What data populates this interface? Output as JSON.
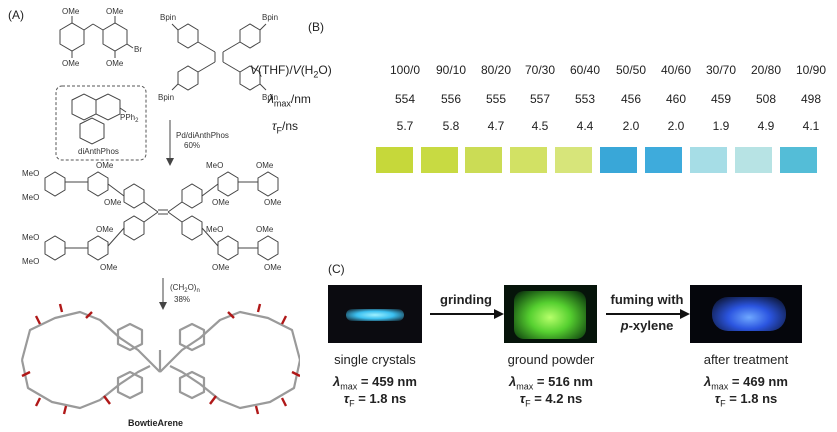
{
  "panels": {
    "a_label": "(A)",
    "b_label": "(B)",
    "c_label": "(C)"
  },
  "scheme": {
    "reactant1": {
      "ome_top_left": "OMe",
      "ome_top_right": "OMe",
      "ome_bottom_left": "OMe",
      "ome_bottom_right": "OMe",
      "br": "Br"
    },
    "reactant2": {
      "bpin_tl": "Bpin",
      "bpin_tr": "Bpin",
      "bpin_bl": "Bpin",
      "bpin_br": "Bpin"
    },
    "ligand": {
      "pph2": "PPh",
      "pph2_sub": "2",
      "name": "diAnthPhos"
    },
    "step1": {
      "reagent": "Pd/diAnthPhos",
      "yield": "60%"
    },
    "intermediate": {
      "labels": [
        "MeO",
        "OMe",
        "MeO",
        "OMe",
        "MeO",
        "OMe",
        "OMe",
        "OMe",
        "MeO",
        "OMe",
        "MeO",
        "OMe",
        "MeO",
        "OMe",
        "OMe",
        "OMe"
      ]
    },
    "step2": {
      "reagent": "(CH",
      "reagent_sub": "2",
      "reagent_end": "O)",
      "reagent_n": "n",
      "yield": "38%"
    },
    "product_name": "BowtieArene"
  },
  "table": {
    "row1_header": "V(THF)/V(H2O)",
    "row2_header": "λmax/nm",
    "row3_header": "τF/ns",
    "ratios": [
      "100/0",
      "90/10",
      "80/20",
      "70/30",
      "60/40",
      "50/50",
      "40/60",
      "30/70",
      "20/80",
      "10/90"
    ],
    "lambda_max": [
      "554",
      "556",
      "555",
      "557",
      "553",
      "456",
      "460",
      "459",
      "508",
      "498"
    ],
    "tau_f": [
      "5.7",
      "5.8",
      "4.7",
      "4.5",
      "4.4",
      "2.0",
      "2.0",
      "1.9",
      "4.9",
      "4.1"
    ],
    "swatch_colors": [
      "#c6d83a",
      "#c8da42",
      "#cbdc55",
      "#d2e164",
      "#d7e57a",
      "#39a7d8",
      "#3eabdc",
      "#a6dde6",
      "#b7e3e4",
      "#54bdd7"
    ]
  },
  "figure_c": {
    "sample1": {
      "caption": "single crystals",
      "lambda": "= 459 nm",
      "tau": "= 1.8 ns"
    },
    "sample2": {
      "caption": "ground powder",
      "lambda": "= 516 nm",
      "tau": "= 4.2 ns"
    },
    "sample3": {
      "caption": "after treatment",
      "lambda": "= 469 nm",
      "tau": "= 1.8 ns"
    },
    "arrow1": "grinding",
    "arrow2_line1": "fuming with",
    "arrow2_line2": "-xylene",
    "arrow2_italic": "p",
    "lambda_sym": "λ",
    "lambda_sub": "max",
    "tau_sym": "τ",
    "tau_sub": "F"
  }
}
